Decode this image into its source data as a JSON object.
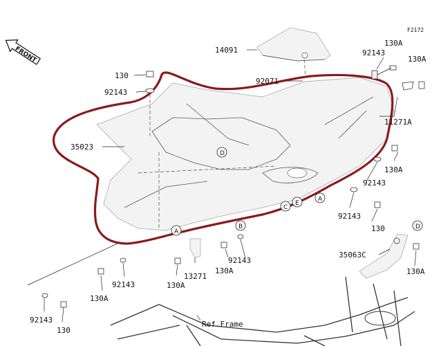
{
  "figure_code": "F2172",
  "front_label": "FRONT",
  "highlight_color": "#8b1a1a",
  "part_labels": {
    "p14091": "14091",
    "p92143_tr": "92143",
    "p130A_tr1": "130A",
    "p130A_tr2": "130A",
    "p130_tl": "130",
    "p92143_tl": "92143",
    "p92071": "92071",
    "p35023": "35023",
    "p11271A": "11271A",
    "p130A_r": "130A",
    "p92143_r": "92143",
    "p92143_mr": "92143",
    "p130_mr": "130",
    "p35063C": "35063C",
    "p130A_rb": "130A",
    "p92143_c": "92143",
    "p130A_c": "130A",
    "p13271": "13271",
    "p130A_cl": "130A",
    "p92143_l": "92143",
    "p130A_l": "130A",
    "p92143_bl": "92143",
    "p130_bl": "130",
    "ref_frame": "Ref.Frame"
  },
  "callouts": {
    "D": "D",
    "B": "B",
    "C": "C",
    "E": "E",
    "A": "A"
  }
}
